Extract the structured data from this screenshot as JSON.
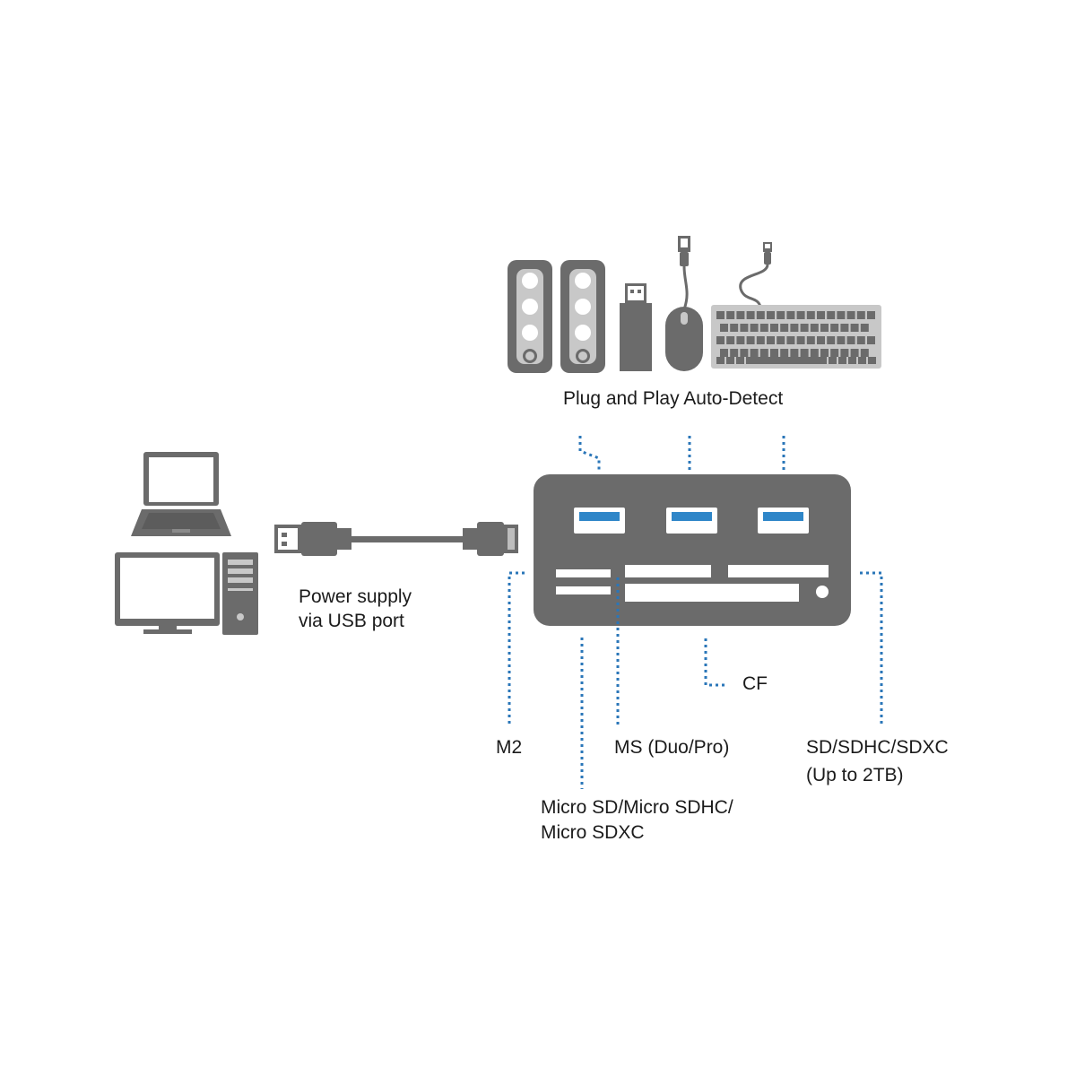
{
  "colors": {
    "device": "#6b6b6b",
    "device_dark": "#5c5c5c",
    "device_light": "#c8c8c8",
    "port_blue": "#2f86c8",
    "dotted_line": "#2a76b8",
    "text": "#1b1b1b"
  },
  "icons": [
    "laptop-icon",
    "desktop-computer-icon",
    "usb-cable-icon",
    "speaker-icon",
    "usb-flash-drive-icon",
    "mouse-icon",
    "keyboard-icon",
    "card-reader-hub-icon"
  ],
  "labels": {
    "plug_and_play": "Plug and Play Auto-Detect",
    "power_line1": "Power supply",
    "power_line2": "via USB port",
    "cf": "CF",
    "m2": "M2",
    "ms": "MS (Duo/Pro)",
    "sd_line1": "SD/SDHC/SDXC",
    "sd_line2": "(Up to 2TB)",
    "microsd_line1": "Micro SD/Micro SDHC/",
    "microsd_line2": "Micro SDXC"
  }
}
